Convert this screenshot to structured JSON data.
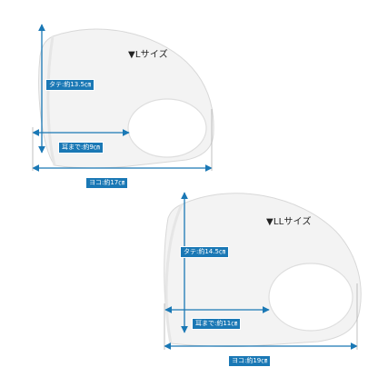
{
  "masks": [
    {
      "title": "▼Lサイズ",
      "height_label": "タテ:約13.5㎝",
      "ear_label": "耳まで:約9㎝",
      "width_label": "ヨコ:約17㎝"
    },
    {
      "title": "▼LLサイズ",
      "height_label": "タテ:約14.5㎝",
      "ear_label": "耳まで:約11㎝",
      "width_label": "ヨコ:約19㎝"
    }
  ],
  "colors": {
    "arrow": "#1a78b5",
    "label_bg": "#1a78b5",
    "mask_fill": "#f2f2f2",
    "mask_edge": "#d9d9d9"
  }
}
